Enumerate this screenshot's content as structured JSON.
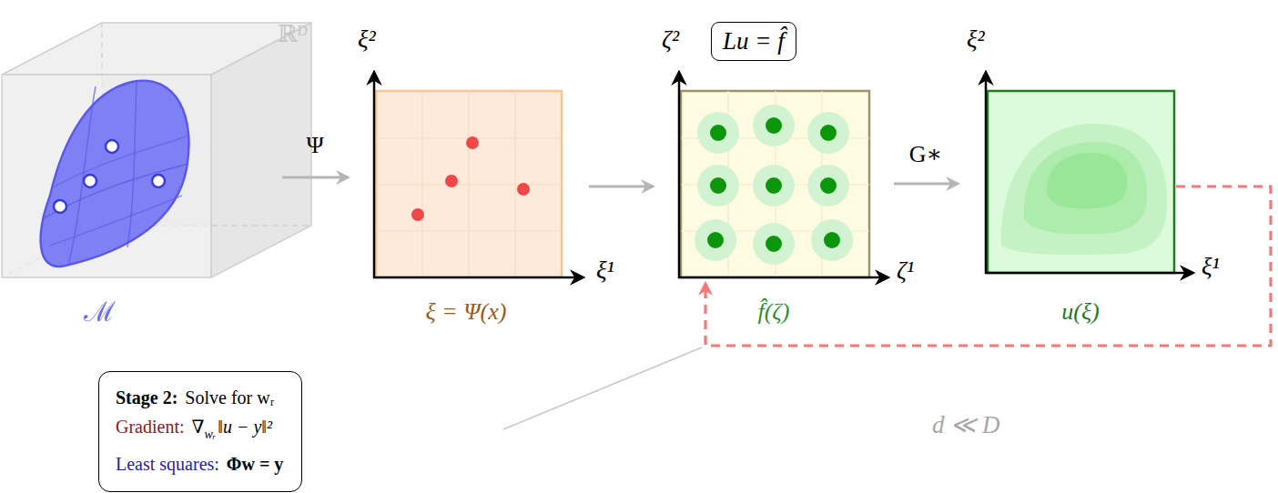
{
  "diagram": {
    "nodes": [
      {
        "text": [
          "ℝᴰ",
          "ℳ"
        ]
      },
      {
        "text": [
          "ξ²",
          "ξ¹",
          "ξ = Ψ(x)"
        ]
      },
      {
        "text": [
          "Lu = f̂"
        ]
      },
      {
        "text": [
          "ζ²",
          "ζ¹",
          "f̂(ζ)"
        ]
      },
      {
        "text": [
          "ξ²",
          "ξ¹",
          "u(ξ)"
        ]
      },
      {
        "text": [
          "Stage 2:",
          "Solve for wᵣ",
          "Gradient:",
          "∇",
          "wᵣ",
          "‖u − y‖²",
          "Least squares:",
          "Φw = y"
        ]
      }
    ],
    "edges": [
      {
        "from": 0,
        "to": 1,
        "arrow": "to",
        "label": "Ψ"
      },
      {
        "from": 1,
        "to": 3,
        "arrow": "to"
      },
      {
        "from": 3,
        "to": 4,
        "arrow": "to",
        "label": "G∗"
      },
      {
        "from": 4,
        "to": 3,
        "arrow": "to"
      }
    ],
    "labels": [
      "d ≪ D"
    ]
  }
}
